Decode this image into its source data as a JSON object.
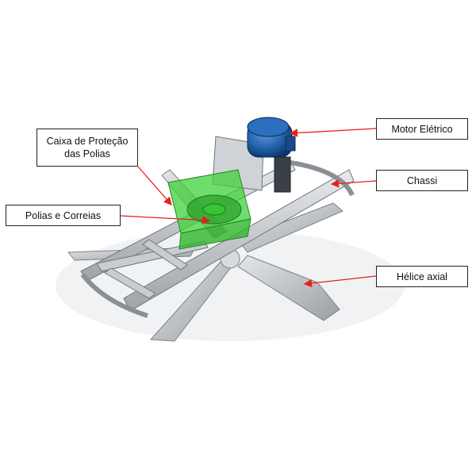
{
  "labels": {
    "motor": "Motor Elétrico",
    "chassi": "Chassi",
    "helice": "Hélice axial",
    "caixa": "Caixa de Proteção\ndas Polias",
    "polias": "Polias e Correias"
  },
  "colors": {
    "arrow": "#e8201c",
    "guard_green": "#3fd13a",
    "motor_blue": "#1f5fa8",
    "metal": "#c4c8cc"
  }
}
